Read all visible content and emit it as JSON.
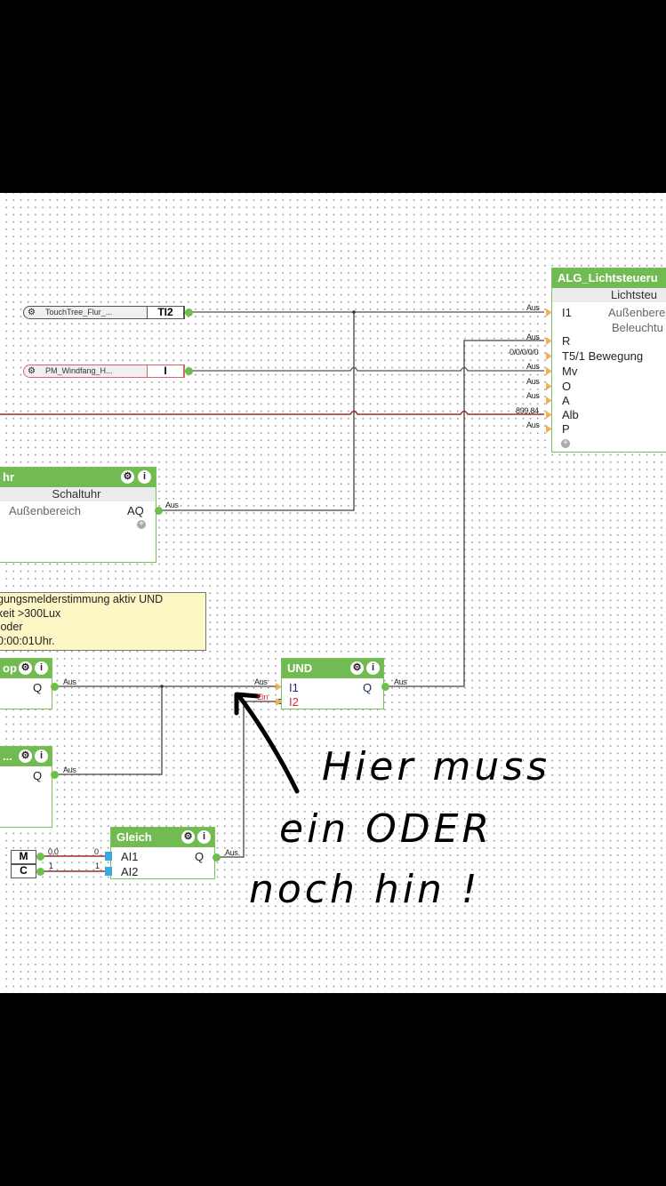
{
  "canvas": {
    "io_blocks": [
      {
        "name": "TouchTree_Flur_...",
        "tag": "TI2",
        "style": "normal"
      },
      {
        "name": "PM_Windfang_H...",
        "tag": "I",
        "style": "red"
      }
    ],
    "alg_block": {
      "title": "ALG_Lichtsteueru",
      "subtitle": "Lichtsteu",
      "desc_lines": [
        "Außenbere",
        "Beleuchtu"
      ],
      "inputs": [
        {
          "label": "I1",
          "value": "Aus"
        },
        {
          "label": "R",
          "value": "Aus"
        },
        {
          "label": "T5/1 Bewegung",
          "value": "0/0/0/0/0"
        },
        {
          "label": "Mv",
          "value": "Aus"
        },
        {
          "label": "O",
          "value": "Aus"
        },
        {
          "label": "A",
          "value": "Aus"
        },
        {
          "label": "Alb",
          "value": "899,84"
        },
        {
          "label": "P",
          "value": "Aus"
        }
      ]
    },
    "schaltuhr_block": {
      "title": "hr",
      "subtitle": "Schaltuhr",
      "desc": "Außenbereich",
      "output": "AQ",
      "output_value": "Aus"
    },
    "comment": {
      "lines": [
        "gungsmelderstimmung aktiv UND",
        "keit >300Lux",
        " oder",
        "0:00:01Uhr."
      ]
    },
    "block_op": {
      "title": "op",
      "output": "Q",
      "output_value": "Aus"
    },
    "block_dots": {
      "title": "...",
      "output": "Q",
      "output_value": "Aus"
    },
    "und_block": {
      "title": "UND",
      "inputs": [
        {
          "label": "I1",
          "value": "Aus"
        },
        {
          "label": "I2",
          "value": "Ein"
        }
      ],
      "output": "Q",
      "output_value": "Aus"
    },
    "gleich_block": {
      "title": "Gleich",
      "inputs": [
        {
          "label": "AI1",
          "value": "0"
        },
        {
          "label": "AI2",
          "value": "1"
        }
      ],
      "output": "Q",
      "output_value": "Aus"
    },
    "constants": [
      {
        "label": "M",
        "value": "0,0"
      },
      {
        "label": "C",
        "value": "1"
      }
    ],
    "icons": {
      "gear": "⚙",
      "info": "i",
      "add": "+"
    },
    "handwriting": [
      "Hier muss",
      "ein ODER",
      "noch hin !"
    ]
  }
}
